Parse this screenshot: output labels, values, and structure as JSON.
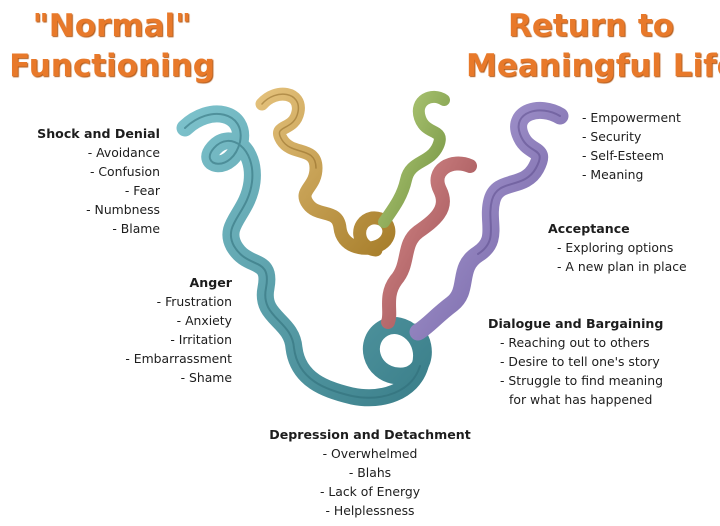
{
  "headlines": {
    "left": {
      "line1": "\"Normal\"",
      "line2": "Functioning"
    },
    "right": {
      "line1": "Return to",
      "line2": "Meaningful Life"
    }
  },
  "stages": {
    "shock": {
      "title": "Shock and Denial",
      "items": [
        "Avoidance",
        "Confusion",
        "Fear",
        "Numbness",
        "Blame"
      ]
    },
    "anger": {
      "title": "Anger",
      "items": [
        "Frustration",
        "Anxiety",
        "Irritation",
        "Embarrassment",
        "Shame"
      ]
    },
    "depression": {
      "title": "Depression and Detachment",
      "items": [
        "Overwhelmed",
        "Blahs",
        "Lack of Energy",
        "Helplessness"
      ]
    },
    "dialogue": {
      "title": "Dialogue and Bargaining",
      "items": [
        "Reaching out to others",
        "Desire to tell one's story",
        "Struggle to find meaning",
        "for what has happened"
      ]
    },
    "acceptance": {
      "title": "Acceptance",
      "items": [
        "Exploring options",
        "A new plan in place"
      ]
    },
    "meaning": {
      "items": [
        "Empowerment",
        "Security",
        "Self-Esteem",
        "Meaning"
      ]
    }
  },
  "colors": {
    "headline": "#e8792a",
    "ribbon_teal": "#4f97a3",
    "ribbon_gold": "#c9a048",
    "ribbon_green": "#8fae55",
    "ribbon_rose": "#b8666a",
    "ribbon_purple": "#8a7ab8"
  }
}
